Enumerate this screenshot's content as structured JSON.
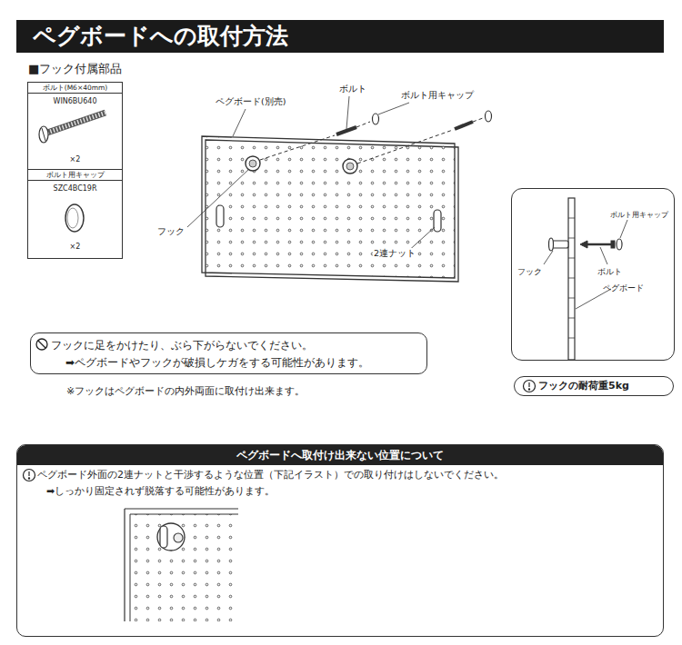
{
  "diagram": {
    "title": "ペグボードへの取付方法",
    "nodes": [
      {
        "text": [
          "ボルト(M6×40mm)",
          "WIN6BU640",
          "×2"
        ]
      },
      {
        "text": [
          "ボルト用キャップ",
          "SZC4BC19R",
          "×2"
        ]
      },
      {
        "text": [
          "フックに足をかけたり、ぶら下がらないでください。",
          "➡ペグボードやフックが破損しケガをする可能性があります。"
        ]
      },
      {
        "text": [
          "ボルト用キャップ",
          "フック",
          "ボルト",
          "ペグボード"
        ]
      },
      {
        "text": [
          "フックの耐荷重5kg"
        ]
      },
      {
        "text": [
          "ペグボードへ取付け出来ない位置について",
          "ペグボード外面の2連ナットと干渉するような位置（下記イラスト）での取り付けはしないでください。",
          "➡しっかり固定されず脱落する可能性があります。"
        ]
      }
    ],
    "labels": [
      "■フック付属部品",
      "ペグボード(別売)",
      "ボルト",
      "ボルト用キャップ",
      "フック",
      "2連ナット",
      "※フックはペグボードの内外両面に取付け出来ます。"
    ]
  }
}
